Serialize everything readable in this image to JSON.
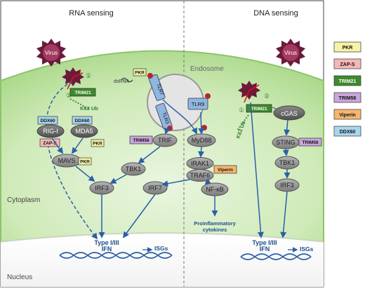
{
  "headers": {
    "rna": "RNA sensing",
    "dna": "DNA sensing"
  },
  "regions": {
    "cytoplasm": "Cytoplasm",
    "nucleus": "Nucleus",
    "endosome": "Endosome"
  },
  "virus_label": "Virus",
  "step_marks": {
    "one": "①",
    "two": "②"
  },
  "nodes": {
    "dsrna": "dsRNA",
    "k63": "K63 Ub",
    "rigi": "RIG-I",
    "mda5": "MDA5",
    "mavs": "MAVS",
    "tbk1": "TBK1",
    "irf3": "IRF3",
    "irf7": "IRF7",
    "trif": "TRIF",
    "myd88": "MyD88",
    "irak1": "IRAK1",
    "traf6": "TRAF6",
    "nfkb": "NF-κB",
    "tlr7": "TLR7",
    "tlr3": "TLR3",
    "tlr9": "TLR9",
    "cgas": "cGAS",
    "sting": "STING",
    "proinflammatory": "Proinflammatory cytokines",
    "ifn": "Type I/III IFN",
    "isgs": "ISGs"
  },
  "tags": {
    "pkr": "PKR",
    "zaps": "ZAP-S",
    "trim21": "TRIM21",
    "trim56": "TRIM56",
    "viperin": "Viperin",
    "ddx60": "DDX60"
  },
  "colors": {
    "pkr": "#f6f3a6",
    "zaps": "#f4b8b6",
    "trim21": "#3f8a2e",
    "trim56": "#c9a6dc",
    "viperin": "#f6b66e",
    "ddx60": "#a9d6ee",
    "cytoplasm": "#bfe3a2",
    "ellipse": "#7c7c7c",
    "arrow": "#2a5fa8",
    "virus": "#6b1a3c"
  },
  "legend": [
    "PKR",
    "ZAP-S",
    "TRIM21",
    "TRIM56",
    "Viperin",
    "DDX60"
  ]
}
